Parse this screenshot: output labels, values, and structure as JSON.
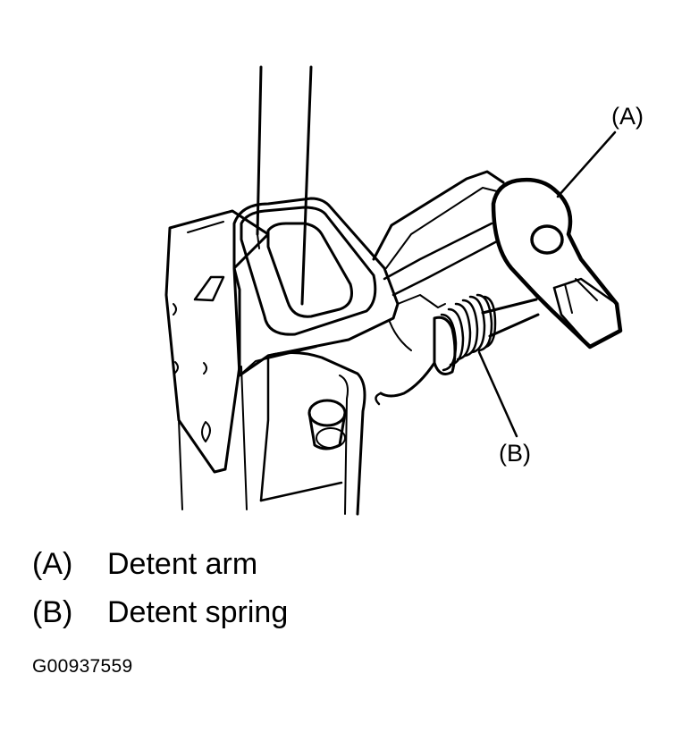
{
  "callouts": {
    "a": "(A)",
    "b": "(B)"
  },
  "legend": [
    {
      "key": "(A)",
      "text": "Detent arm"
    },
    {
      "key": "(B)",
      "text": "Detent spring"
    }
  ],
  "figure_id": "G00937559",
  "colors": {
    "ink": "#000000",
    "paper": "#ffffff"
  }
}
